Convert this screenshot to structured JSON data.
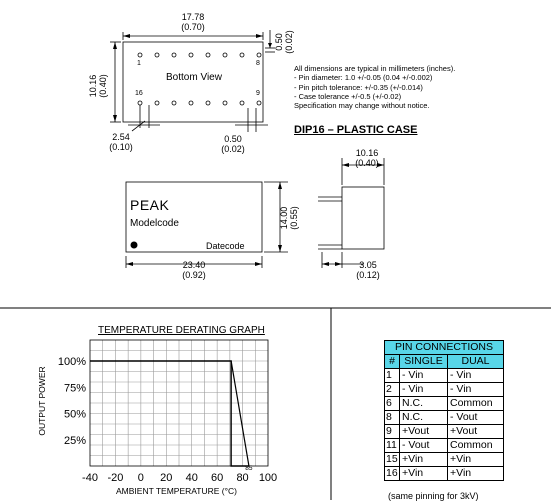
{
  "bottom_view": {
    "width_mm": "17.78",
    "width_in": "(0.70)",
    "height_mm": "10.16",
    "height_in": "(0.40)",
    "pin_dia_mm": "0.50",
    "pin_dia_in": "(0.02)",
    "label": "Bottom View",
    "pin_top_left": "1",
    "pin_top_right": "8",
    "pin_bottom_left": "16",
    "pin_bottom_right": "9",
    "pitch_mm": "2.54",
    "pitch_in": "(0.10)",
    "pin_w_mm": "0.50",
    "pin_w_in": "(0.02)"
  },
  "notes": {
    "lines": [
      "All dimensions are typical in millimeters (inches).",
      "- Pin diameter: 1.0 +/-0.05 (0.04 +/-0.002)",
      "- Pin pitch tolerance: +/-0.35 (+/-0.014)",
      "- Case tolerance +/-0.5 (+/-0.02)",
      "Specification may change without notice."
    ]
  },
  "case_title": "DIP16 – PLASTIC CASE",
  "top_view": {
    "brand": "PEAK",
    "model": "Modelcode",
    "datecode": "Datecode",
    "length_mm": "23.40",
    "length_in": "(0.92)",
    "height_mm": "14.00",
    "height_in": "(0.55)"
  },
  "side_view": {
    "width_mm": "10.16",
    "width_in": "(0.40)",
    "pin_len_mm": "3.05",
    "pin_len_in": "(0.12)"
  },
  "chart_data": {
    "type": "line",
    "title": "TEMPERATURE DERATING GRAPH",
    "xlabel": "AMBIENT TEMPERATURE (°C)",
    "ylabel": "OUTPUT POWER",
    "x_ticks": [
      "-40",
      "-20",
      "0",
      "20",
      "40",
      "60",
      "80",
      "100"
    ],
    "y_ticks": [
      "100%",
      "75%",
      "50%",
      "25%"
    ],
    "marker_label": "85",
    "xlim": [
      -40,
      100
    ],
    "ylim": [
      0,
      120
    ],
    "grid": true,
    "series": [
      {
        "x": [
          -40,
          71,
          71,
          85
        ],
        "y": [
          100,
          100,
          0,
          0
        ]
      }
    ],
    "derating_line": {
      "x": [
        71,
        85
      ],
      "y": [
        100,
        0
      ]
    }
  },
  "pin_connections": {
    "title": "PIN CONNECTIONS",
    "headers": [
      "#",
      "SINGLE",
      "DUAL"
    ],
    "rows": [
      [
        "1",
        "- Vin",
        "- Vin"
      ],
      [
        "2",
        "- Vin",
        "- Vin"
      ],
      [
        "6",
        "N.C.",
        "Common"
      ],
      [
        "8",
        "N.C.",
        "- Vout"
      ],
      [
        "9",
        "+Vout",
        "+Vout"
      ],
      [
        "11",
        "- Vout",
        "Common"
      ],
      [
        "15",
        "+Vin",
        "+Vin"
      ],
      [
        "16",
        "+Vin",
        "+Vin"
      ]
    ],
    "footnote": "(same pinning for 3kV)"
  },
  "colors": {
    "table_header": "#58d6e8",
    "grid": "#999999",
    "line": "#000000"
  }
}
